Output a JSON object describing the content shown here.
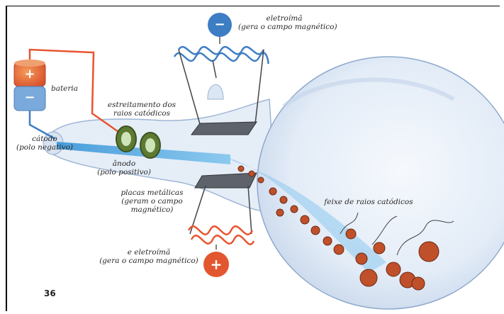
{
  "labels": {
    "top_electromagnet": [
      "eletroímã",
      "(gera o campo magnético)"
    ],
    "battery": "bateria",
    "constriction": [
      "estreitamento dos",
      "raios catódicos"
    ],
    "cathode": [
      "cátodo",
      "(polo negativo)"
    ],
    "anode": [
      "ânodo",
      "(polo positivo)"
    ],
    "plates": [
      "placas metálicas",
      "(geram o campo",
      "magnético)"
    ],
    "beam": "feixe de raios catódicos",
    "bottom_electromagnet": [
      "e eletroímã",
      "(gera o campo magnético)"
    ]
  },
  "signs": {
    "battery_positive": "+",
    "battery_negative": "−",
    "top_pole": "−",
    "bottom_pole": "+"
  },
  "page_number": "36",
  "colors": {
    "glass": "#dfe9f5",
    "glass_edge": "#8ea9cc",
    "beam": "#4aa3e0",
    "coil_blue": "#3f7fc4",
    "coil_red": "#e8542f",
    "wire_red": "#e8542f",
    "ring_green": "#4f6a2a",
    "particle": "#c0502a"
  }
}
